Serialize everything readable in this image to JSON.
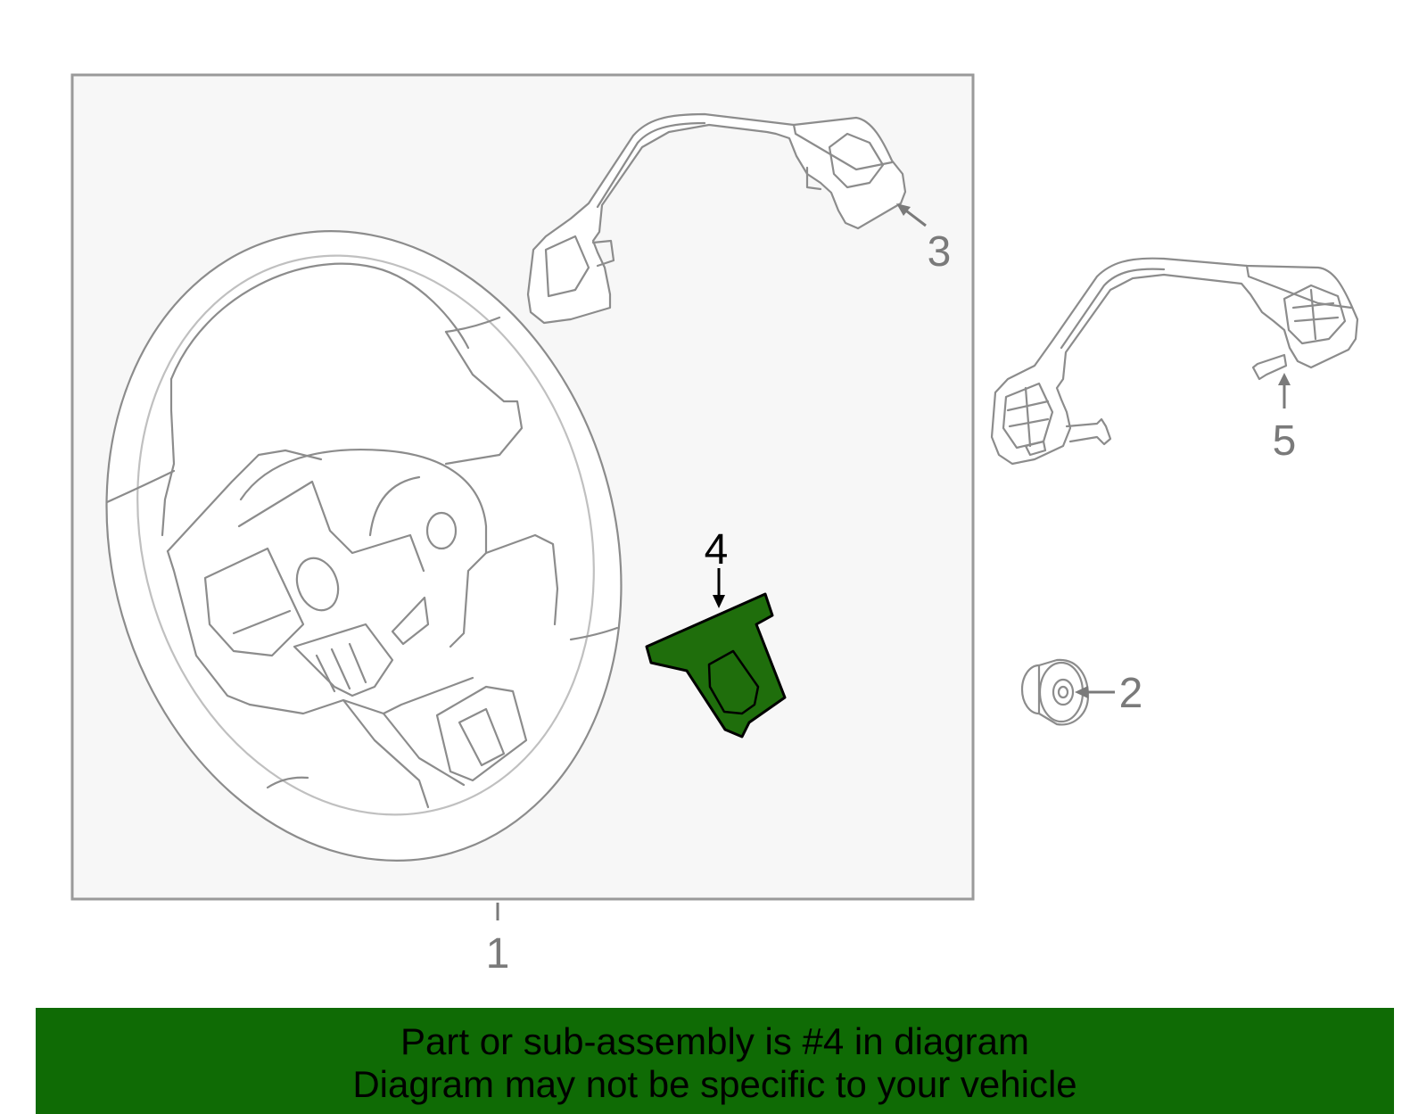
{
  "callouts": {
    "part_1": "1",
    "part_2": "2",
    "part_3": "3",
    "part_4": "4",
    "part_5": "5"
  },
  "highlighted_part": "4",
  "colors": {
    "highlight": "#1f6e0c",
    "banner": "#0f6b05",
    "line_art": "#8c8c8c",
    "box_fill": "#f7f7f7"
  },
  "banner": {
    "line1": "Part or sub-assembly is #4 in diagram",
    "line2": "Diagram may not be specific to your vehicle"
  }
}
